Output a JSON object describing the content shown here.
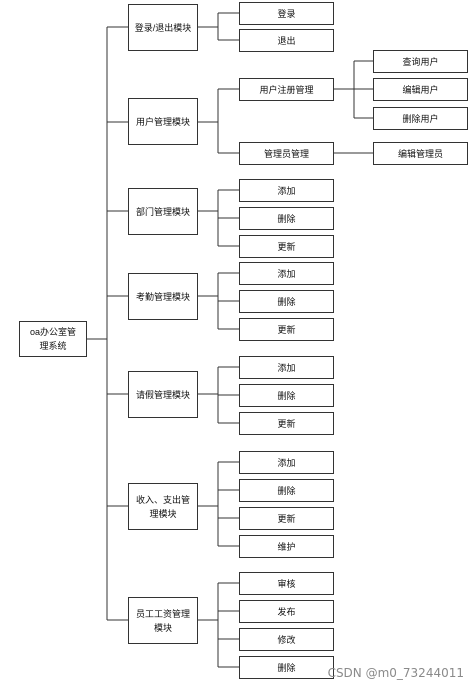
{
  "diagram": {
    "root": "oa办公室管理系统",
    "modules": [
      {
        "label": "登录/退出模块",
        "children": [
          {
            "label": "登录"
          },
          {
            "label": "退出"
          }
        ]
      },
      {
        "label": "用户管理模块",
        "children": [
          {
            "label": "用户注册管理",
            "children": [
              {
                "label": "查询用户"
              },
              {
                "label": "编辑用户"
              },
              {
                "label": "删除用户"
              }
            ]
          },
          {
            "label": "管理员管理",
            "children": [
              {
                "label": "编辑管理员"
              }
            ]
          }
        ]
      },
      {
        "label": "部门管理模块",
        "children": [
          {
            "label": "添加"
          },
          {
            "label": "删除"
          },
          {
            "label": "更新"
          }
        ]
      },
      {
        "label": "考勤管理模块",
        "children": [
          {
            "label": "添加"
          },
          {
            "label": "删除"
          },
          {
            "label": "更新"
          }
        ]
      },
      {
        "label": "请假管理模块",
        "children": [
          {
            "label": "添加"
          },
          {
            "label": "删除"
          },
          {
            "label": "更新"
          }
        ]
      },
      {
        "label": "收入、支出管理模块",
        "children": [
          {
            "label": "添加"
          },
          {
            "label": "删除"
          },
          {
            "label": "更新"
          },
          {
            "label": "维护"
          }
        ]
      },
      {
        "label": "员工工资管理模块",
        "children": [
          {
            "label": "审核"
          },
          {
            "label": "发布"
          },
          {
            "label": "修改"
          },
          {
            "label": "删除"
          }
        ]
      }
    ]
  },
  "watermark": "CSDN @m0_73244011"
}
